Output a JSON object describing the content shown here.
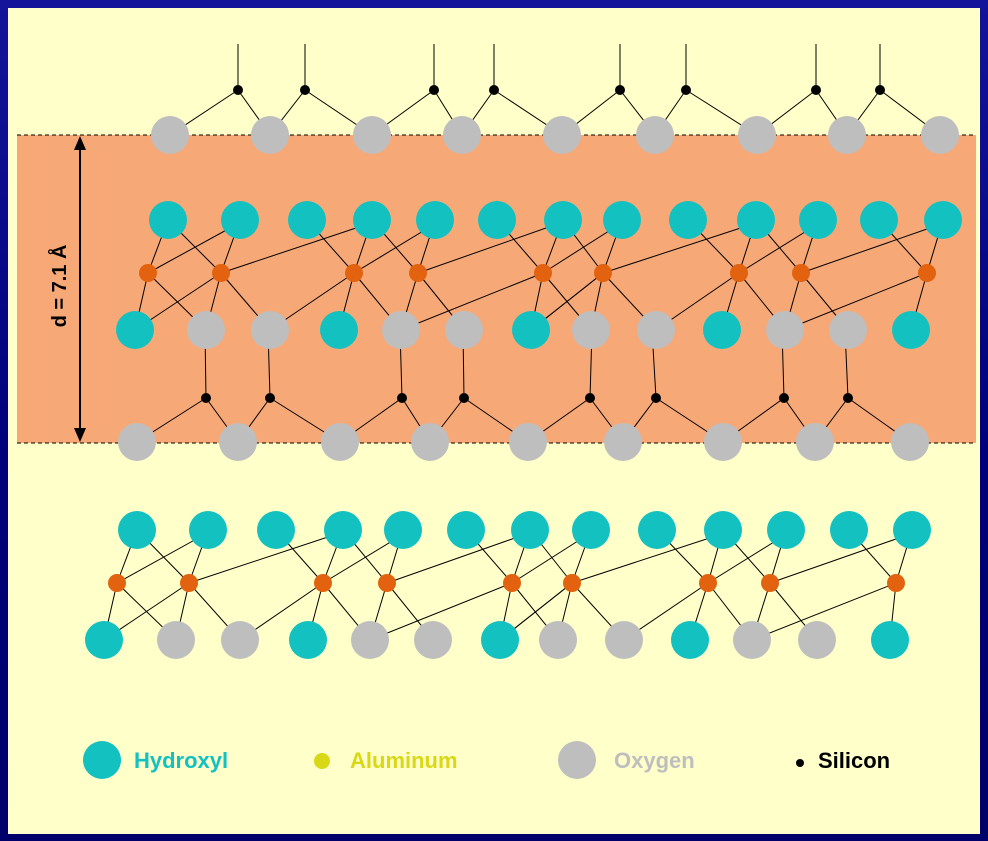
{
  "colors": {
    "background": "#ffffc9",
    "slide_border": "#0a0a8c",
    "interlayer_band": "#f7a877",
    "hydroxyl": "#13c1c1",
    "aluminum_diagram": "#e2620f",
    "aluminum_legend": "#d8d816",
    "oxygen": "#bebebe",
    "silicon": "#000000"
  },
  "spacing_label": "d = 7.1 Å",
  "legend": [
    {
      "label": "Hydroxyl",
      "color": "#13c1c1"
    },
    {
      "label": "Aluminum",
      "color": "#d8d816"
    },
    {
      "label": "Oxygen",
      "color": "#bebebe"
    },
    {
      "label": "Silicon",
      "color": "#000000"
    }
  ]
}
